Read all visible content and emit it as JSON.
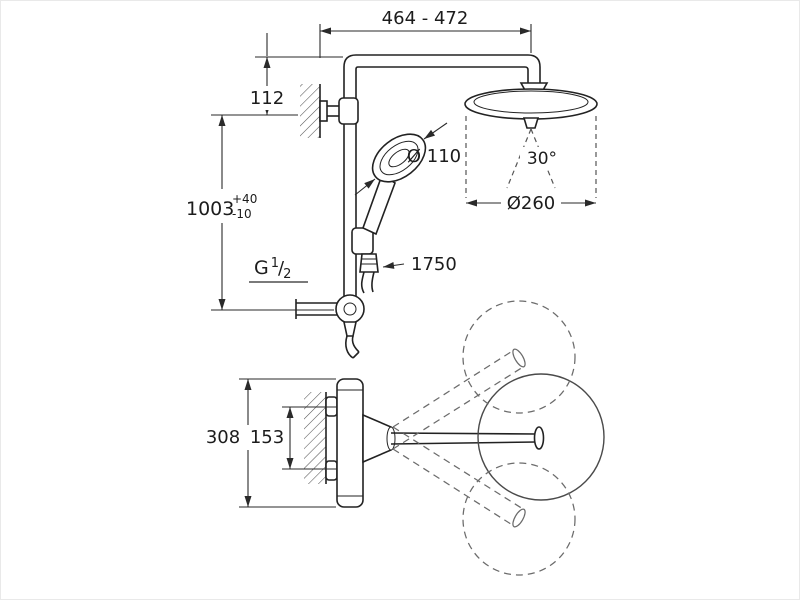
{
  "drawing": {
    "dimensions": {
      "arm_width_range": "464 - 472",
      "top_offset": "112",
      "riser_height": "1003",
      "riser_height_tol_plus": "+40",
      "riser_height_tol_minus": "-10",
      "hand_shower_diameter": "Ø 110",
      "spray_angle": "30°",
      "head_shower_diameter": "Ø260",
      "hose_length": "1750",
      "valve_height": "308",
      "connection_distance": "153",
      "thread_letter": "G",
      "thread_numerator": "1",
      "thread_fraction_slash": "/",
      "thread_denominator": "2"
    }
  }
}
